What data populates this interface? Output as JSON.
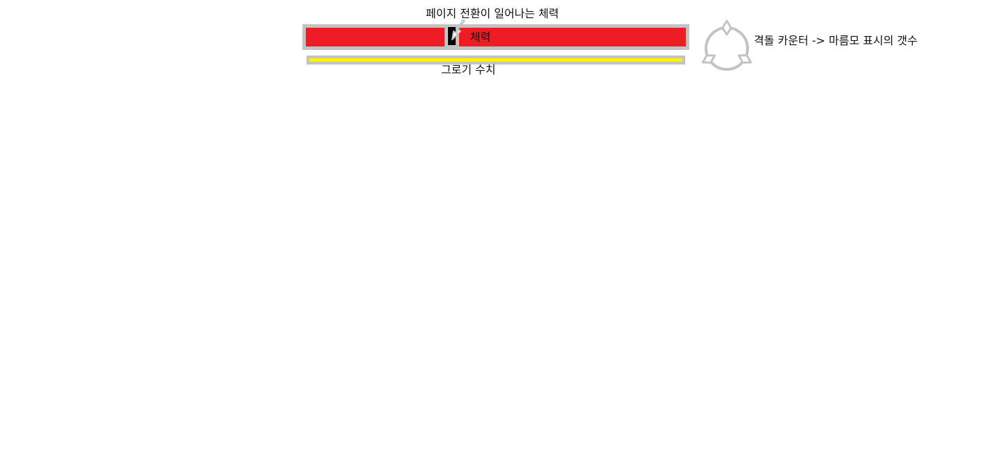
{
  "labels": {
    "phase_transition_hp": "페이지 전환이 일어나는 체력",
    "hp": "체력",
    "groggy": "그로기 수치",
    "stagger_counter": "격돌 카운터 -> 마름모 표시의 갯수"
  },
  "hp_bar": {
    "color": "#ee1c24",
    "frame_color": "#c3c3c3",
    "marker_color": "#000000"
  },
  "groggy_bar": {
    "color": "#fff200",
    "frame_color": "#c3c3c3",
    "fill_fraction": 1.0
  },
  "stagger_counter": {
    "diamonds": 3,
    "color": "#c3c3c3"
  }
}
